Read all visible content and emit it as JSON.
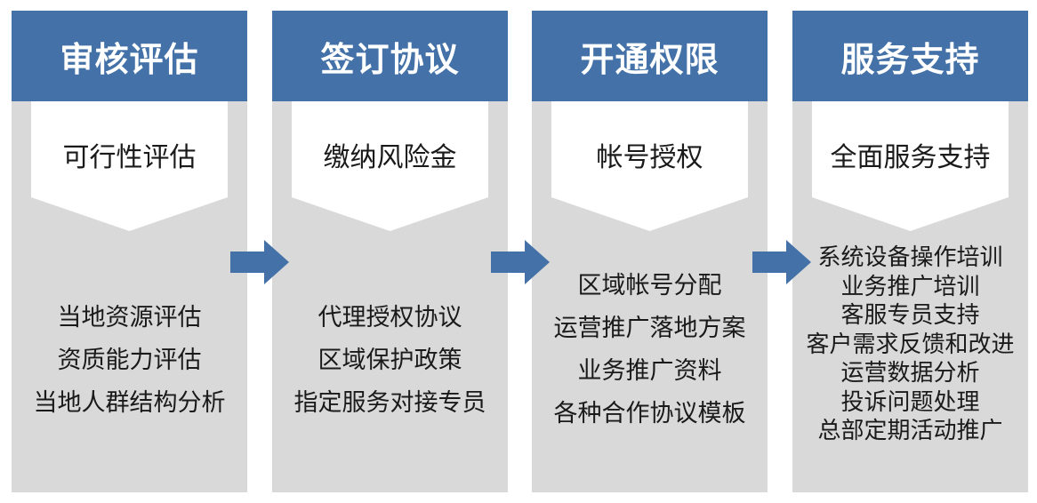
{
  "colors": {
    "header": "#4472a8",
    "panel": "#d9d9d9",
    "arrow": "#4472a8"
  },
  "columns": [
    {
      "header": "审核评估",
      "tag": "可行性评估",
      "items": [
        "当地资源评估",
        "资质能力评估",
        "当地人群结构分析"
      ]
    },
    {
      "header": "签订协议",
      "tag": "缴纳风险金",
      "items": [
        "代理授权协议",
        "区域保护政策",
        "指定服务对接专员"
      ]
    },
    {
      "header": "开通权限",
      "tag": "帐号授权",
      "items": [
        "区域帐号分配",
        "运营推广落地方案",
        "业务推广资料",
        "各种合作协议模板"
      ]
    },
    {
      "header": "服务支持",
      "tag": "全面服务支持",
      "items": [
        "系统设备操作培训",
        "业务推广培训",
        "客服专员支持",
        "客户需求反馈和改进",
        "运营数据分析",
        "投诉问题处理",
        "总部定期活动推广"
      ]
    }
  ]
}
